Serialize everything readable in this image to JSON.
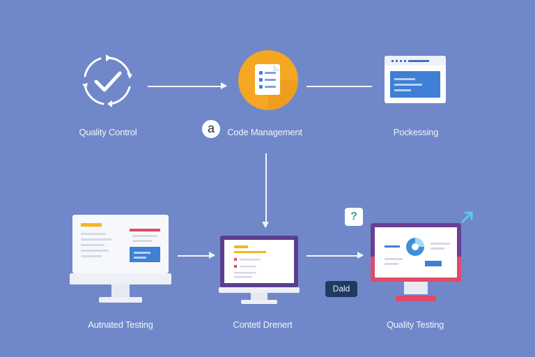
{
  "nodes": {
    "quality_control": "Quality Control",
    "code_management": "Code Management",
    "processing": "Pockessing",
    "automated_testing": "Autnated Testing",
    "content_development": "Contetl Drenert",
    "quality_testing": "Quality Testing"
  },
  "badges": {
    "a": "a",
    "question": "?",
    "dald": "Dald"
  },
  "colors": {
    "background": "#7088c9",
    "orange": "#f5a623",
    "blue": "#3f7fd6",
    "purple": "#5b3f8f",
    "pink": "#e04a6a"
  },
  "icons": {
    "quality_control": "check-cycle-icon",
    "code_management": "document-list-icon",
    "quality_testing_corner": "arrow-up-right-icon"
  }
}
